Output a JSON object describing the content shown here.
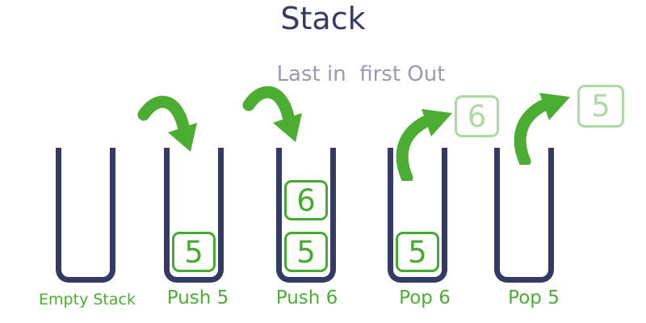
{
  "title": "Stack",
  "subtitle": "Last in  first Out",
  "colors": {
    "navy": "#333a63",
    "green": "#4bae33",
    "faded_green": "#acdaa2",
    "subtitle_gray": "#9a99b4"
  },
  "stages": [
    {
      "label": "Empty Stack",
      "items": [],
      "popped": null,
      "arrow": null
    },
    {
      "label": "Push 5",
      "items": [
        "5"
      ],
      "popped": null,
      "arrow": "push"
    },
    {
      "label": "Push 6",
      "items": [
        "5",
        "6"
      ],
      "popped": null,
      "arrow": "push"
    },
    {
      "label": "Pop 6",
      "items": [
        "5"
      ],
      "popped": "6",
      "arrow": "pop"
    },
    {
      "label": "Pop 5",
      "items": [],
      "popped": "5",
      "arrow": "pop"
    }
  ]
}
